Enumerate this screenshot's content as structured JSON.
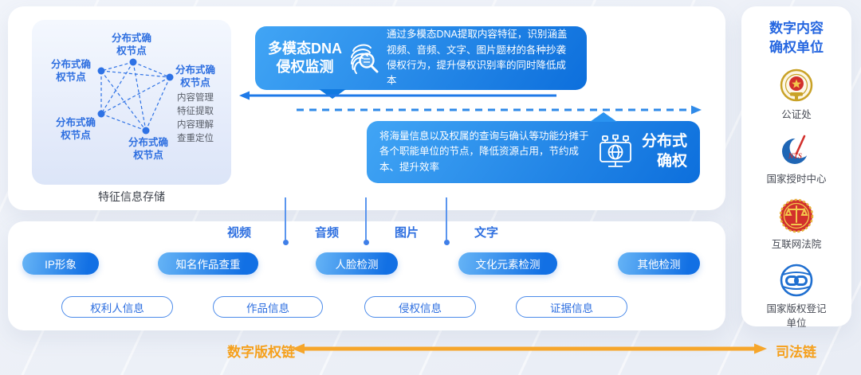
{
  "colors": {
    "accent_blue": "#2E6FE0",
    "banner_blue_start": "#41A5F5",
    "banner_blue_end": "#0D6FDC",
    "pill_blue_start": "#66B4F6",
    "pill_blue_end": "#1270E4",
    "chain_orange": "#F6A62B"
  },
  "network_panel": {
    "node_label": "分布式确权节点",
    "functions": [
      "内容管理",
      "特征提取",
      "内容理解",
      "查重定位"
    ],
    "caption": "特征信息存储"
  },
  "banners": {
    "dna": {
      "title_line1": "多模态DNA",
      "title_line2": "侵权监测",
      "icon": "fingerprint-magnifier-icon",
      "description": "通过多模态DNA提取内容特征，识别涵盖视频、音频、文字、图片题材的各种抄袭侵权行为，提升侵权识别率的同时降低成本"
    },
    "distributed": {
      "title_line1": "分布式",
      "title_line2": "确权",
      "icon": "monitor-network-icon",
      "description": "将海量信息以及权属的查询与确认等功能分摊于各个职能单位的节点，降低资源占用，节约成本、提升效率"
    }
  },
  "media_types": [
    "视频",
    "音频",
    "图片",
    "文字"
  ],
  "detection_pills": [
    "IP形象",
    "知名作品查重",
    "人脸检测",
    "文化元素检测",
    "其他检测"
  ],
  "info_pills": [
    "权利人信息",
    "作品信息",
    "侵权信息",
    "证据信息"
  ],
  "sidebar": {
    "title_line1": "数字内容",
    "title_line2": "确权单位",
    "units": [
      {
        "label": "公证处",
        "icon": "notary-emblem-icon"
      },
      {
        "label": "国家授时中心",
        "icon": "nts-logo-icon"
      },
      {
        "label": "互联网法院",
        "icon": "court-emblem-icon"
      },
      {
        "label": "国家版权登记单位",
        "icon": "copyright-globe-icon"
      }
    ]
  },
  "chains": {
    "left_label": "数字版权链",
    "right_label": "司法链"
  }
}
